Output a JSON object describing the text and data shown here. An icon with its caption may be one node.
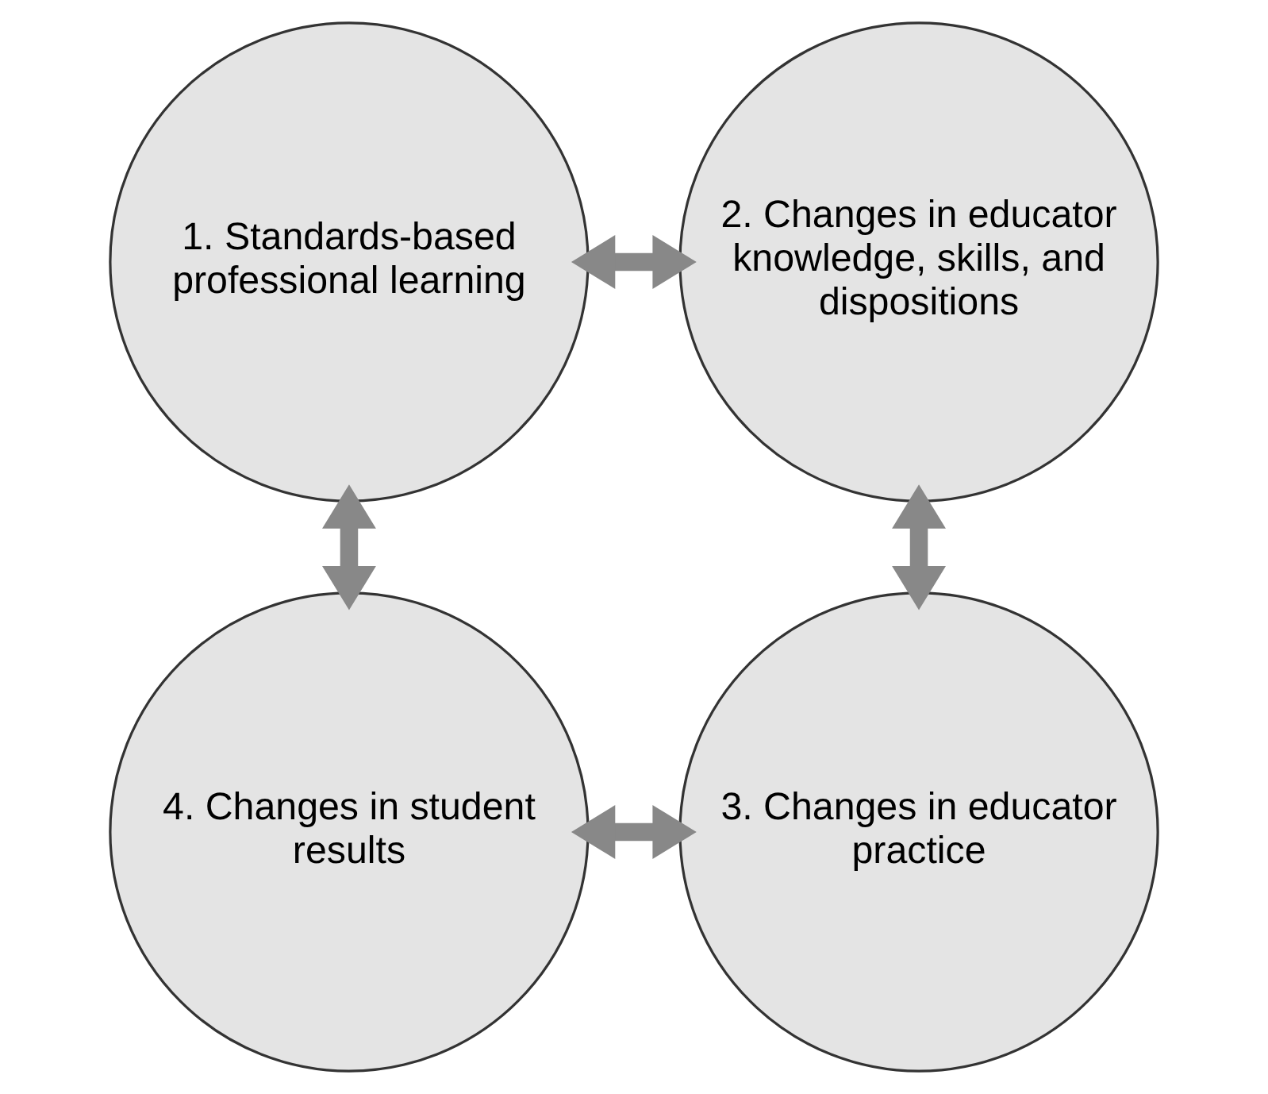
{
  "diagram": {
    "nodes": [
      {
        "text": [
          "1. Standards-based professional learning"
        ]
      },
      {
        "text": [
          "2. Changes in educator knowledge, skills, and dispositions"
        ]
      },
      {
        "text": [
          "3. Changes in educator practice"
        ]
      },
      {
        "text": [
          "4. Changes in student results"
        ]
      }
    ],
    "edges": [
      {
        "from": 0,
        "to": 1,
        "arrow": "both"
      },
      {
        "from": 1,
        "to": 2,
        "arrow": "both"
      },
      {
        "from": 3,
        "to": 2,
        "arrow": "both"
      },
      {
        "from": 0,
        "to": 3,
        "arrow": "both"
      }
    ]
  }
}
